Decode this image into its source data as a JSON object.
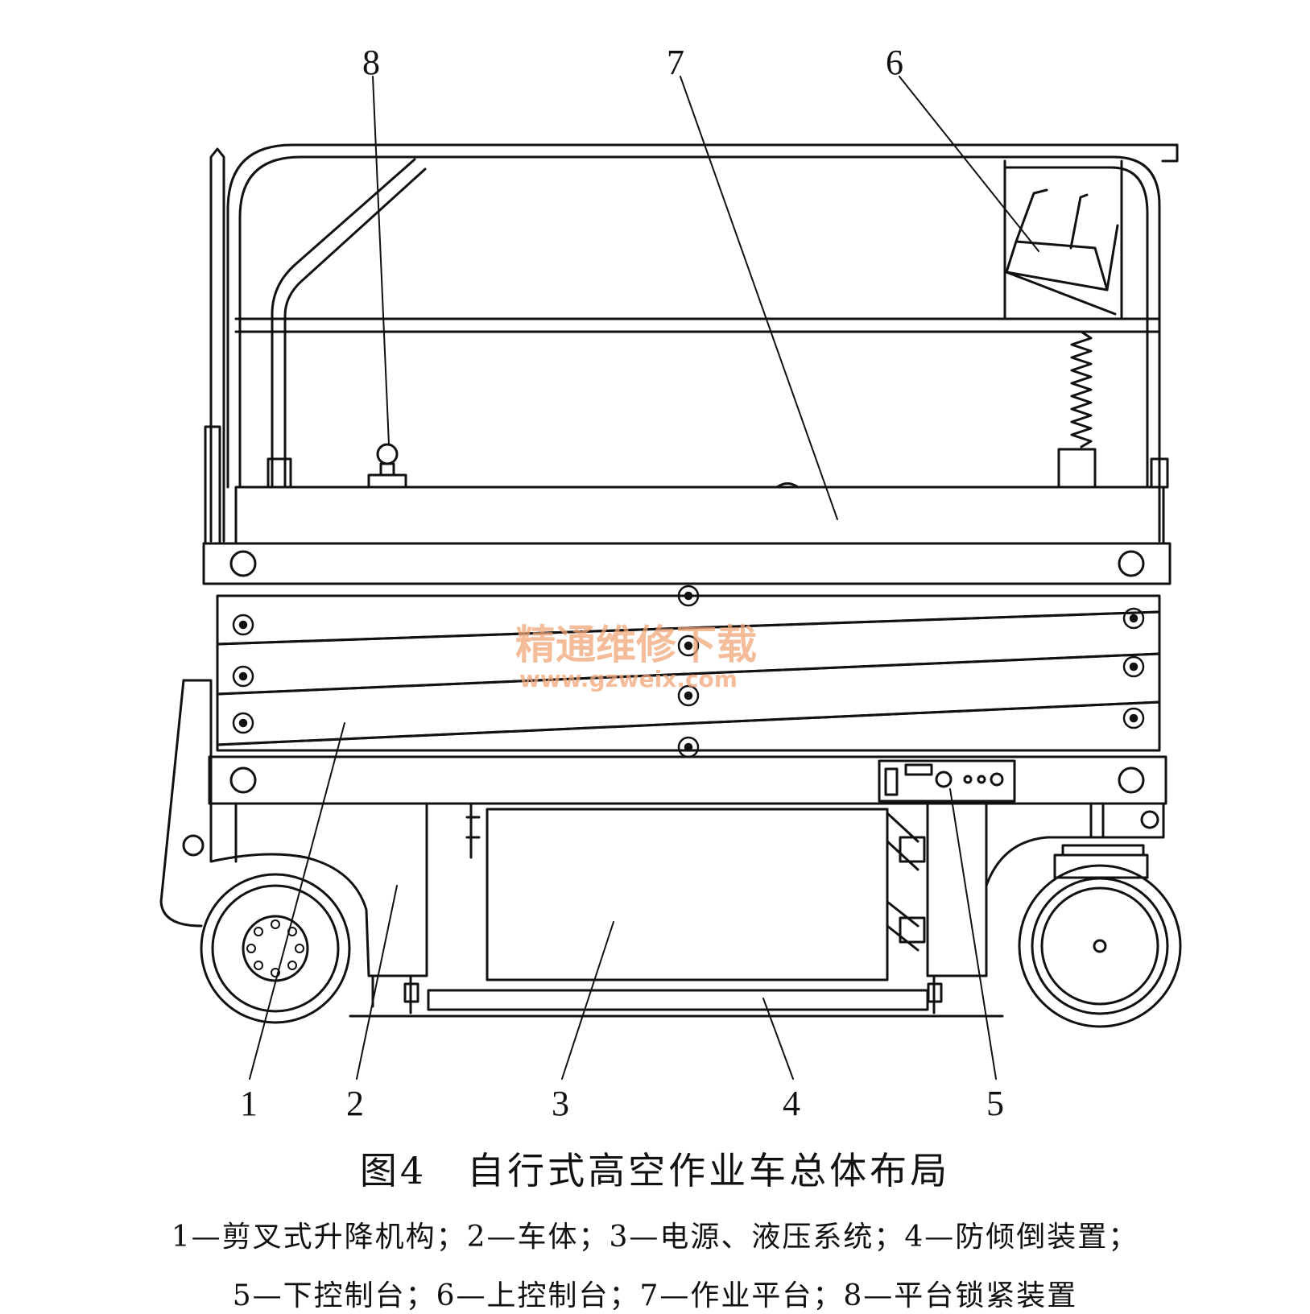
{
  "callouts": [
    "8",
    "7",
    "6",
    "1",
    "2",
    "3",
    "4",
    "5"
  ],
  "watermark": {
    "site_name": "精通维修下载",
    "url": "www.gzweix.com"
  },
  "caption": {
    "title": "图4　自行式高空作业车总体布局",
    "legend_line_1": "1—剪叉式升降机构；2—车体；3—电源、液压系统；4—防倾倒装置；",
    "legend_line_2": "5—下控制台；6—上控制台；7—作业平台；8—平台锁紧装置"
  },
  "colors": {
    "ink": "#111111",
    "watermark": "#f2a679"
  }
}
